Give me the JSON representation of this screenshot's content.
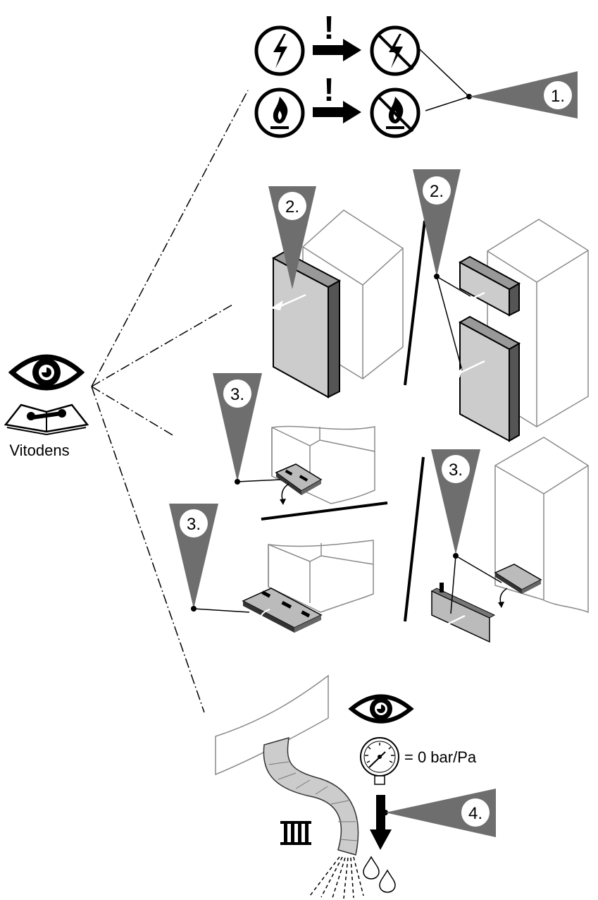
{
  "steps": {
    "s1": "1.",
    "s2a": "2.",
    "s2b": "2.",
    "s3a": "3.",
    "s3b": "3.",
    "s3c": "3.",
    "s4": "4."
  },
  "warning_mark_top": "!",
  "warning_mark_bottom": "!",
  "manual_label": "Vitodens",
  "pressure_label": "= 0 bar/Pa",
  "icons": {
    "power": "lightning-icon",
    "power_off": "lightning-crossed-icon",
    "gas": "flame-icon",
    "gas_off": "flame-crossed-icon",
    "inspect": "eye-icon",
    "manual": "service-manual-icon",
    "gauge": "pressure-gauge-icon",
    "radiator": "radiator-icon",
    "drops": "water-drops-icon"
  },
  "colors": {
    "ink": "#000000",
    "panel_gray": "#cccccc",
    "marker_gray": "#6e6e6e",
    "outline_gray": "#8a8a8a"
  }
}
